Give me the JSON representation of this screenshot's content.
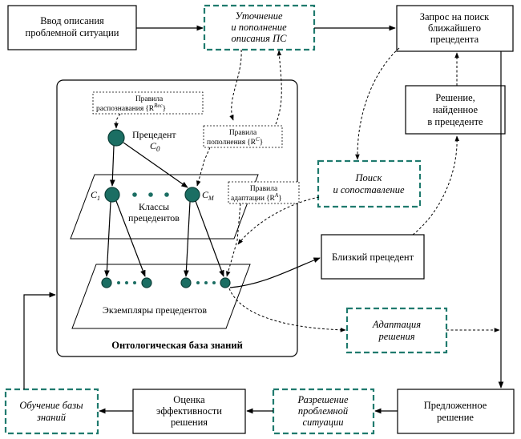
{
  "boxes": {
    "input": [
      "Ввод описания",
      "проблемной ситуации"
    ],
    "refine": [
      "Уточнение",
      "и пополнение",
      "описания ПС"
    ],
    "query": [
      "Запрос на поиск",
      "ближайшего",
      "прецедента"
    ],
    "solution_found": [
      "Решение,",
      "найденное",
      "в прецеденте"
    ],
    "search": [
      "Поиск",
      "и сопоставление"
    ],
    "close_precedent": "Близкий прецедент",
    "adaptation": [
      "Адаптация",
      "решения"
    ],
    "learning": [
      "Обучение базы",
      "знаний"
    ],
    "evaluation": [
      "Оценка",
      "эффективности",
      "решения"
    ],
    "resolution": [
      "Разрешение",
      "проблемной",
      "ситуации"
    ],
    "proposed": [
      "Предложенное",
      "решение"
    ]
  },
  "kb": {
    "title": "Онтологическая  база  знаний",
    "precedent_label": "Прецедент",
    "precedent_sym": "C",
    "precedent_sub": "0",
    "classes_label": [
      "Классы",
      "прецедентов"
    ],
    "instances_label": "Экземпляры  прецедентов",
    "c1_sym": "C",
    "c1_sub": "1",
    "cm_sym": "C",
    "cm_sub": "M",
    "rules_recognition": [
      "Правила",
      "распознавания"
    ],
    "rules_recognition_set": "{R",
    "rules_recognition_sup": "Rec",
    "rules_completion": [
      "Правила",
      "пополнения"
    ],
    "rules_completion_set": "{R",
    "rules_completion_sup": "C",
    "rules_adaptation": [
      "Правила",
      "адаптации"
    ],
    "rules_adaptation_set": "{R",
    "rules_adaptation_sup": "A",
    "set_close": "}"
  },
  "colors": {
    "accent_border": "#1f7a6e",
    "node_fill": "#1b6e63"
  }
}
